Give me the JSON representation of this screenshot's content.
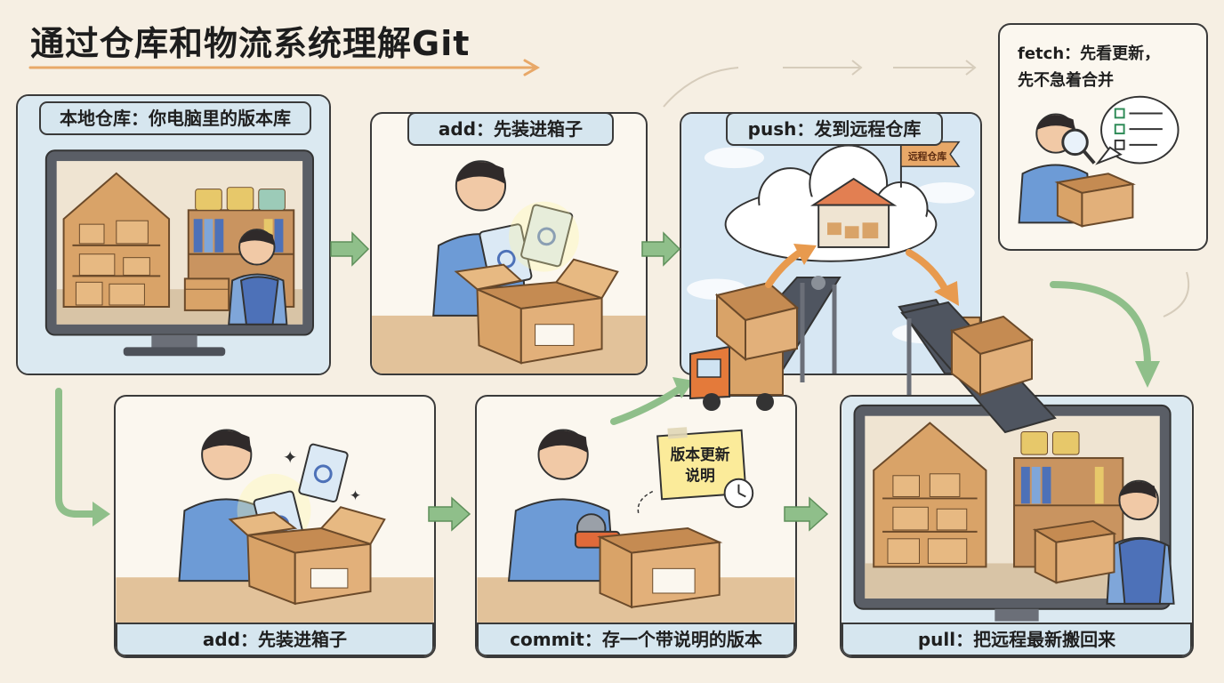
{
  "title": "通过仓库和物流系统理解Git",
  "panels": {
    "local": {
      "label": "本地仓库：你电脑里的版本库"
    },
    "add_top": {
      "label": "add：先装进箱子"
    },
    "push": {
      "label": "push：发到远程仓库",
      "flag": "远程仓库"
    },
    "fetch": {
      "line1": "fetch：先看更新，",
      "line2": "先不急着合并"
    },
    "add_bottom": {
      "label": "add：先装进箱子"
    },
    "commit": {
      "label": "commit：存一个带说明的版本",
      "note_line1": "版本更新",
      "note_line2": "说明"
    },
    "pull": {
      "label": "pull：把远程最新搬回来"
    }
  },
  "colors": {
    "accent_arrow": "#8fbf8a",
    "orange_arrow": "#e89a4e",
    "box": "#d9a368",
    "shirt": "#6d9bd6",
    "vest": "#4d71b8",
    "label_bg": "#d6e6ef"
  }
}
